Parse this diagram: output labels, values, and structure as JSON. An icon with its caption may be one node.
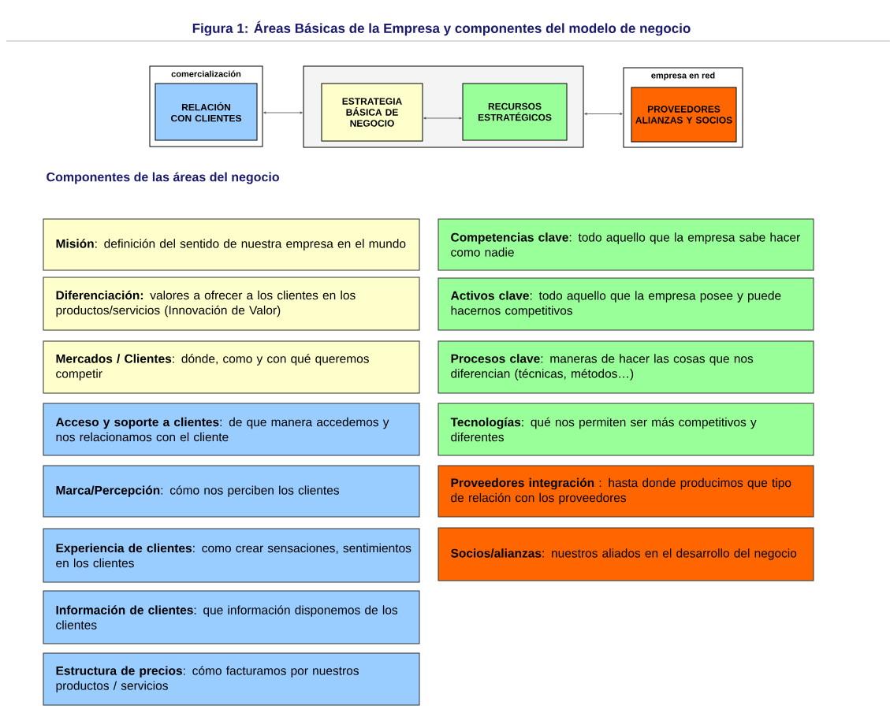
{
  "diagram": {
    "title": "Figura 1: Áreas Básicas de la Empresa y componentes del modelo de negocio",
    "nodes": [
      {
        "text": [
          "comercialización"
        ]
      },
      {
        "text": [
          "RELACIÓN CON CLIENTES"
        ],
        "in": 0
      },
      {
        "text": [],
        "shape": "box"
      },
      {
        "text": [
          "ESTRATEGIA BÁSICA DE NEGOCIO"
        ],
        "in": 2
      },
      {
        "text": [
          "RECURSOS ESTRATÉGICOS"
        ],
        "in": 2
      },
      {
        "text": [
          "empresa en red"
        ]
      },
      {
        "text": [
          "PROVEEDORES ALIANZAS Y SOCIOS"
        ],
        "in": 5
      },
      {
        "text": [
          "**Misión**: definición del sentido de nuestra empresa en el mundo"
        ]
      },
      {
        "text": [
          "**Diferenciación:** valores a ofrecer a los clientes en los productos/servicios (Innovación de Valor)"
        ]
      },
      {
        "text": [
          "**Mercados / Clientes**: dónde, como y con qué queremos competir"
        ]
      },
      {
        "text": [
          "**Acceso y soporte a clientes**: de que manera accedemos y nos relacionamos con el cliente"
        ]
      },
      {
        "text": [
          "**Marca/Percepción**: cómo nos perciben los clientes"
        ]
      },
      {
        "text": [
          "**Experiencia de clientes**: como crear sensaciones, sentimientos en los clientes"
        ]
      },
      {
        "text": [
          "**Información de clientes**: que información disponemos de los clientes"
        ]
      },
      {
        "text": [
          "**Estructura de precios**: cómo facturamos por nuestros productos / servicios"
        ]
      },
      {
        "text": [
          "**Competencias clave**: todo aquello que la empresa sabe hacer como nadie"
        ]
      },
      {
        "text": [
          "**Activos clave**: todo aquello que la empresa posee y puede hacernos competitivos"
        ]
      },
      {
        "text": [
          "**Procesos clave**: maneras de hacer las cosas que nos diferencian (técnicas, métodos…)"
        ]
      },
      {
        "text": [
          "**Tecnologías**: qué nos permiten ser más competitivos y diferentes"
        ]
      },
      {
        "text": [
          "**Proveedores integración** : hasta donde producimos que tipo de relación con los proveedores"
        ]
      },
      {
        "text": [
          "**Socios/alianzas**: nuestros aliados en el desarrollo del negocio"
        ]
      }
    ],
    "edges": [
      {
        "from": 0,
        "to": 2,
        "arrow": "both"
      },
      {
        "from": 3,
        "to": 4,
        "arrow": "both"
      },
      {
        "from": 2,
        "to": 5,
        "arrow": "both"
      }
    ],
    "labels": [
      "Componentes de las áreas del negocio"
    ]
  }
}
